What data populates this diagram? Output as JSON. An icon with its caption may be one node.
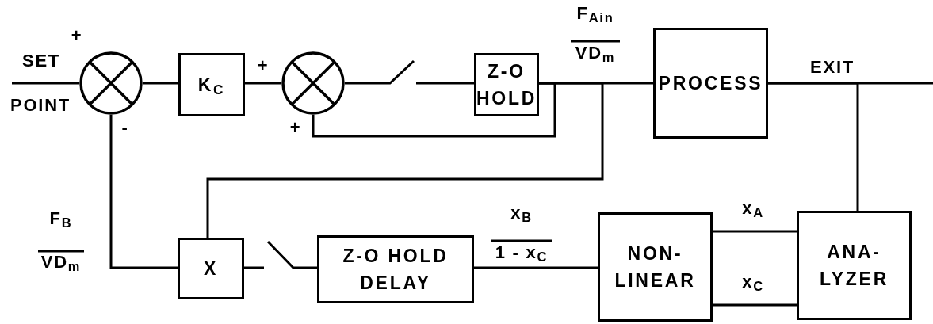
{
  "diagram": {
    "nodes": [
      {
        "text": [],
        "shape": "circle"
      },
      {
        "text": [
          "K$_{C}$"
        ]
      },
      {
        "text": [],
        "shape": "circle"
      },
      {
        "text": [
          "Z-O HOLD"
        ]
      },
      {
        "text": [
          "PROCESS"
        ]
      },
      {
        "text": [
          "X"
        ]
      },
      {
        "text": [
          "Z-O HOLD DELAY"
        ]
      },
      {
        "text": [
          "NON- LINEAR"
        ]
      },
      {
        "text": [
          "ANA- LYZER"
        ]
      },
      {
        "text": [],
        "shape": "switch"
      },
      {
        "text": [],
        "shape": "switch"
      }
    ],
    "edges": [
      {
        "from": null,
        "to": 0,
        "arrow": "none"
      },
      {
        "from": 0,
        "to": 1,
        "arrow": "none"
      },
      {
        "from": 1,
        "to": 2,
        "arrow": "none"
      },
      {
        "from": 2,
        "to": 9,
        "arrow": "none"
      },
      {
        "from": 3,
        "to": 4,
        "arrow": "none"
      },
      {
        "from": 3,
        "to": 2,
        "arrow": "none"
      },
      {
        "from": 4,
        "to": null,
        "arrow": "none"
      },
      {
        "from": 4,
        "to": 8,
        "arrow": "none"
      },
      {
        "from": 3,
        "to": 5,
        "arrow": "none"
      },
      {
        "from": 5,
        "to": 0,
        "arrow": "none"
      },
      {
        "from": 5,
        "to": 10,
        "arrow": "none"
      },
      {
        "from": 6,
        "to": 7,
        "arrow": "none"
      },
      {
        "from": 8,
        "to": 7,
        "arrow": "none"
      },
      {
        "from": 8,
        "to": 7,
        "arrow": "none"
      },
      {
        "from": 9,
        "to": 3,
        "arrow": "none"
      },
      {
        "from": 10,
        "to": 6,
        "arrow": "none"
      }
    ],
    "labels": [
      "SET",
      "POINT",
      "+",
      "-",
      "+",
      "+",
      "F$_{Ain}$",
      "VD$_{m}$",
      "EXIT",
      "F$_{B}$",
      "VD$_{m}$",
      "x$_{B}$",
      "1 - x$_{C}$",
      "x$_{A}$",
      "x$_{C}$"
    ]
  }
}
